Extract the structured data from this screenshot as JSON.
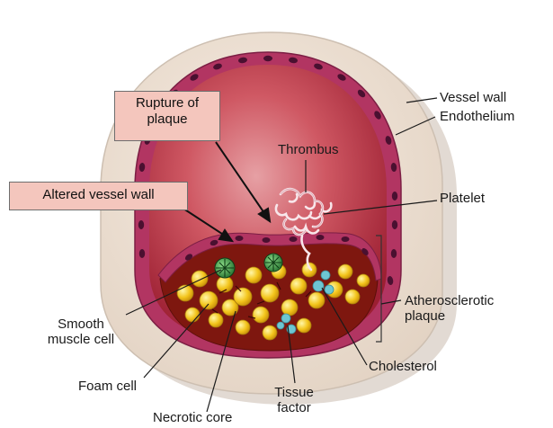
{
  "labels": {
    "vessel_wall": "Vessel wall",
    "endothelium": "Endothelium",
    "thrombus": "Thrombus",
    "platelet": "Platelet",
    "atherosclerotic_plaque": [
      "Atherosclerotic",
      "plaque"
    ],
    "smooth_muscle_cell": [
      "Smooth",
      "muscle cell"
    ],
    "foam_cell": "Foam cell",
    "cholesterol": "Cholesterol",
    "tissue_factor": [
      "Tissue",
      "factor"
    ],
    "necrotic_core": "Necrotic core"
  },
  "callouts": {
    "rupture_of_plaque": [
      "Rupture of",
      "plaque"
    ],
    "altered_vessel_wall": "Altered vessel wall"
  },
  "colors": {
    "outer_wall": "#f1e3d6",
    "endothelium": "#b23562",
    "endothelial_nucleus": "#4a1030",
    "lumen": "#c23a4a",
    "plaque_core": "#8a1a12",
    "foam_cell": "#f3c51c",
    "cholesterol_crystal": "#6ec6d2",
    "smooth_muscle_cell": "#2f8a3a",
    "callout_box": "#f4c6bd"
  }
}
